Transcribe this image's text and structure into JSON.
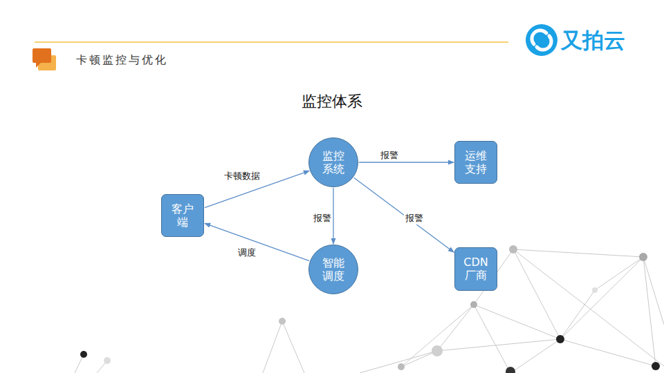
{
  "diagram": {
    "title": "监控体系",
    "nodes": [
      {
        "text": [
          "监控系统"
        ]
      },
      {
        "text": [
          "运维支持"
        ]
      },
      {
        "text": [
          "客户端"
        ]
      },
      {
        "text": [
          "智能调度"
        ]
      },
      {
        "text": [
          "CDN 厂商"
        ]
      }
    ],
    "edges": [
      {
        "from": 2,
        "to": 0,
        "label": "卡顿数据",
        "arrow": "to"
      },
      {
        "from": 0,
        "to": 1,
        "label": "报警",
        "arrow": "to"
      },
      {
        "from": 0,
        "to": 3,
        "label": "报警",
        "arrow": "to"
      },
      {
        "from": 0,
        "to": 4,
        "label": "报警",
        "arrow": "to"
      },
      {
        "from": 3,
        "to": 2,
        "label": "调度",
        "arrow": "to"
      }
    ],
    "labels": [
      "卡顿监控与优化",
      "又拍云"
    ]
  }
}
